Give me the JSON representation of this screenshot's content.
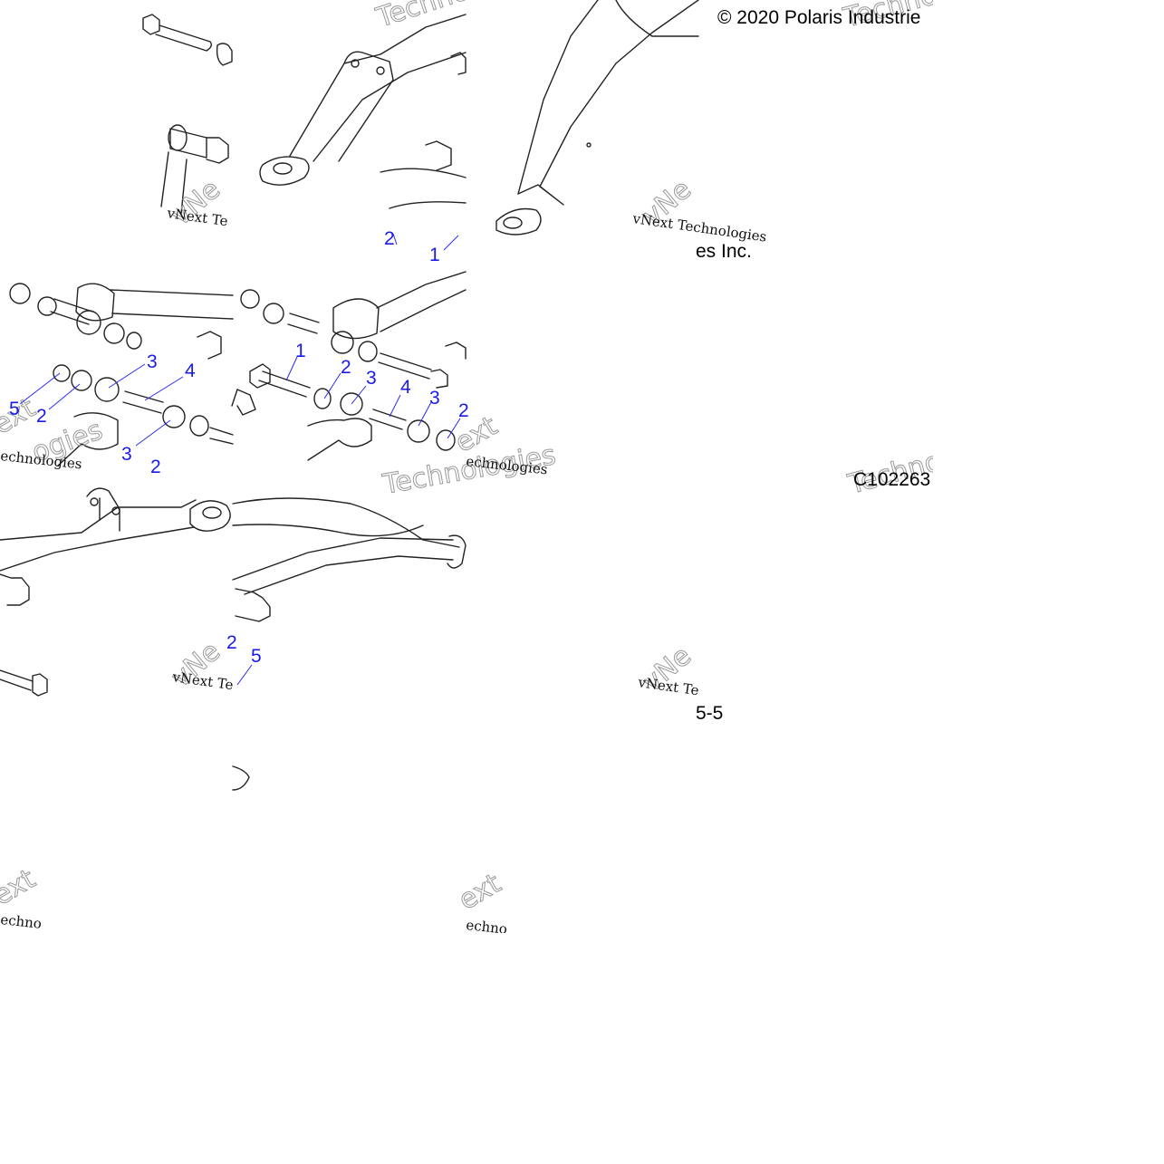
{
  "copyright": "© 2020 Polaris Industrie",
  "copyright_fragment": "es Inc.",
  "figure_id": "C102263",
  "page_fragment": "5-5",
  "watermark": {
    "line": "vNext Technologies",
    "line_cut_1": "vNext Te",
    "line_cut_2": "vNext Technologies",
    "line_cut_3": "echnologies",
    "line_cut_4": "echno",
    "line_cut_5": "Technologies",
    "big_1": "Technologies",
    "big_2": "vNe",
    "big_3": "ext",
    "big_4": "Techno",
    "big_5": "ogies"
  },
  "callouts": {
    "c1a": "1",
    "c2a": "2",
    "c3a": "3",
    "c4a": "4",
    "c5a": "5",
    "c2b": "2",
    "c3b": "3",
    "c2c": "2",
    "c1b": "1",
    "c2d": "2",
    "c3c": "3",
    "c4b": "4",
    "c3d": "3",
    "c2e": "2",
    "c2f": "2",
    "c5b": "5"
  }
}
